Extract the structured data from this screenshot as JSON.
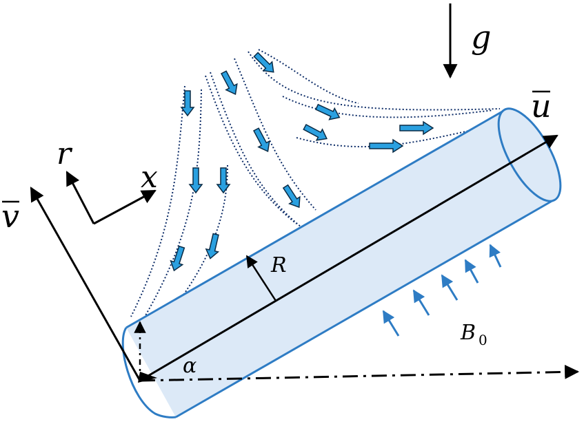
{
  "labels": {
    "gravity": "g",
    "axial_velocity": "u",
    "radial_velocity": "v",
    "axis_r": "r",
    "axis_x": "x",
    "radius": "R",
    "angle": "α",
    "magnetic_field": "B",
    "magnetic_field_subscript": "0"
  },
  "colors": {
    "cylinder_fill": "#dce9f7",
    "cylinder_stroke": "#2e7cc4",
    "flow_arrow_fill": "#2aa0e0",
    "flow_arrow_stroke": "#0a2a44",
    "field_arrow": "#2e7cc4",
    "ink": "#000000"
  },
  "icons": {
    "flow_arrow": "block-arrow-icon",
    "field_arrow": "thin-arrow-icon"
  }
}
